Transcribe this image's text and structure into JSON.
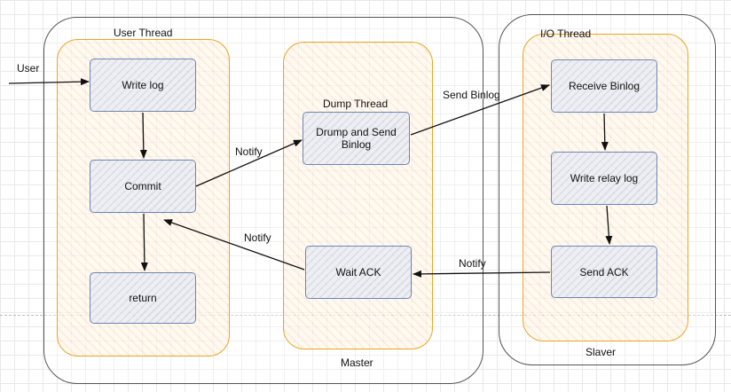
{
  "containers": {
    "master_label": "Master",
    "slaver_label": "Slaver"
  },
  "lanes": {
    "user_thread": "User Thread",
    "dump_thread": "Dump Thread",
    "io_thread": "I/O Thread"
  },
  "nodes": {
    "write_log": "Write log",
    "commit": "Commit",
    "return": "return",
    "dump_send_line1": "Drump and Send",
    "dump_send_line2": "Binlog",
    "wait_ack": "Wait ACK",
    "receive_binlog": "Receive Binlog",
    "write_relay_log": "Write relay log",
    "send_ack": "Send ACK"
  },
  "edges": {
    "user": "User",
    "notify_commit_dump": "Notify",
    "send_binlog": "Send Binlog",
    "notify_wait_commit": "Notify",
    "notify_sendack_wait": "Notify"
  },
  "colors": {
    "lane_border": "#e8a626",
    "node_border": "#6b86b3",
    "outer_border": "#555555"
  }
}
